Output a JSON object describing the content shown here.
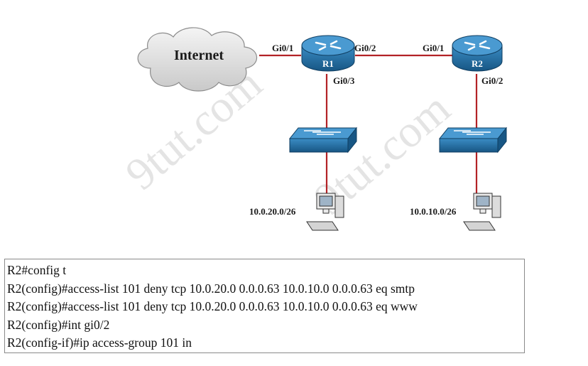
{
  "diagram": {
    "cloud_label": "Internet",
    "r1": {
      "name": "R1",
      "if_internet": "Gi0/1",
      "if_to_r2": "Gi0/2",
      "if_down": "Gi0/3"
    },
    "r2": {
      "name": "R2",
      "if_to_r1": "Gi0/1",
      "if_down": "Gi0/2"
    },
    "pc1_net": "10.0.20.0/26",
    "pc2_net": "10.0.10.0/26",
    "watermark": "9tut.com",
    "link_color": "#b32226",
    "device_color": "#1f6fa6"
  },
  "console": {
    "lines": [
      "R2#config t",
      "R2(config)#access-list 101 deny tcp 10.0.20.0 0.0.0.63 10.0.10.0 0.0.0.63 eq smtp",
      "R2(config)#access-list 101 deny tcp 10.0.20.0 0.0.0.63 10.0.10.0 0.0.0.63 eq www",
      "R2(config)#int gi0/2",
      "R2(config-if)#ip access-group 101 in"
    ]
  }
}
